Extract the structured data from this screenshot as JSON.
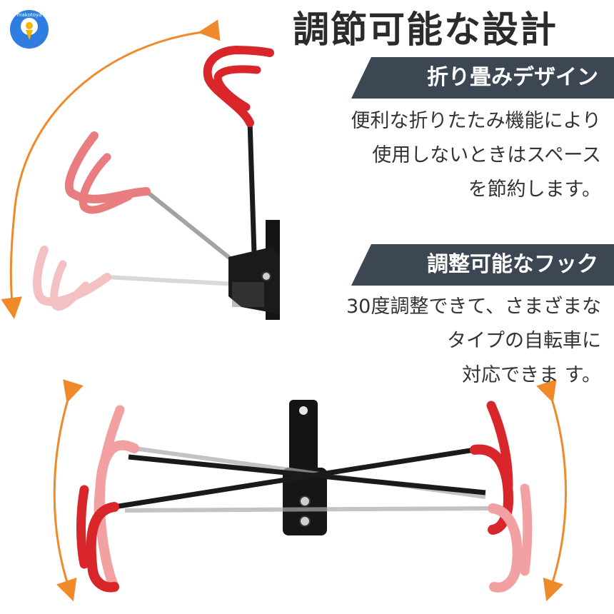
{
  "logo": {
    "text": "makotoya"
  },
  "title": "調節可能な設計",
  "sections": [
    {
      "heading": "折り畳みデザイン",
      "lines": [
        "便利な折りたたみ機能により",
        "使用しないときはスペース",
        "を節約します。"
      ]
    },
    {
      "heading": "調整可能なフック",
      "lines": [
        "30度調整できて、さまざまな",
        "タイプの自転車に",
        "対応できま す。"
      ]
    }
  ],
  "colors": {
    "hook_red": "#d9262b",
    "arrow_orange": "#f0892a",
    "banner_bg": "#3d4653",
    "bracket_black": "#111111",
    "rod_grey": "#8a8a8a"
  },
  "icons": [
    "makotoya-logo-icon",
    "folding-arrow-icon",
    "adjust-arrow-left-icon",
    "adjust-arrow-right-icon"
  ]
}
